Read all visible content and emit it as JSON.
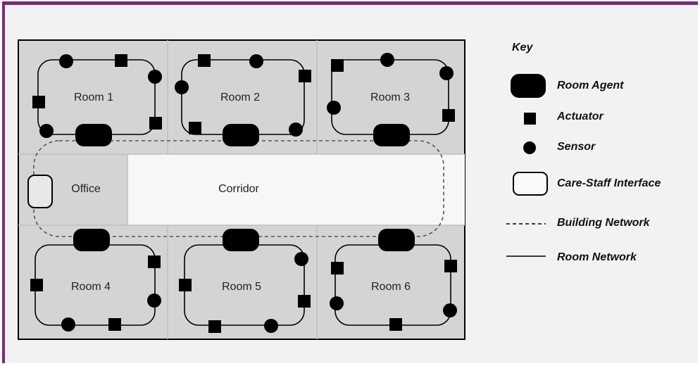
{
  "floorplan": {
    "rooms": [
      "Room 1",
      "Room 2",
      "Room 3",
      "Room 4",
      "Room 5",
      "Room 6"
    ],
    "office_label": "Office",
    "corridor_label": "Corridor"
  },
  "key": {
    "title": "Key",
    "room_agent": "Room Agent",
    "actuator": "Actuator",
    "sensor": "Sensor",
    "interface": "Care-Staff Interface",
    "building_network": "Building Network",
    "room_network": "Room Network"
  }
}
